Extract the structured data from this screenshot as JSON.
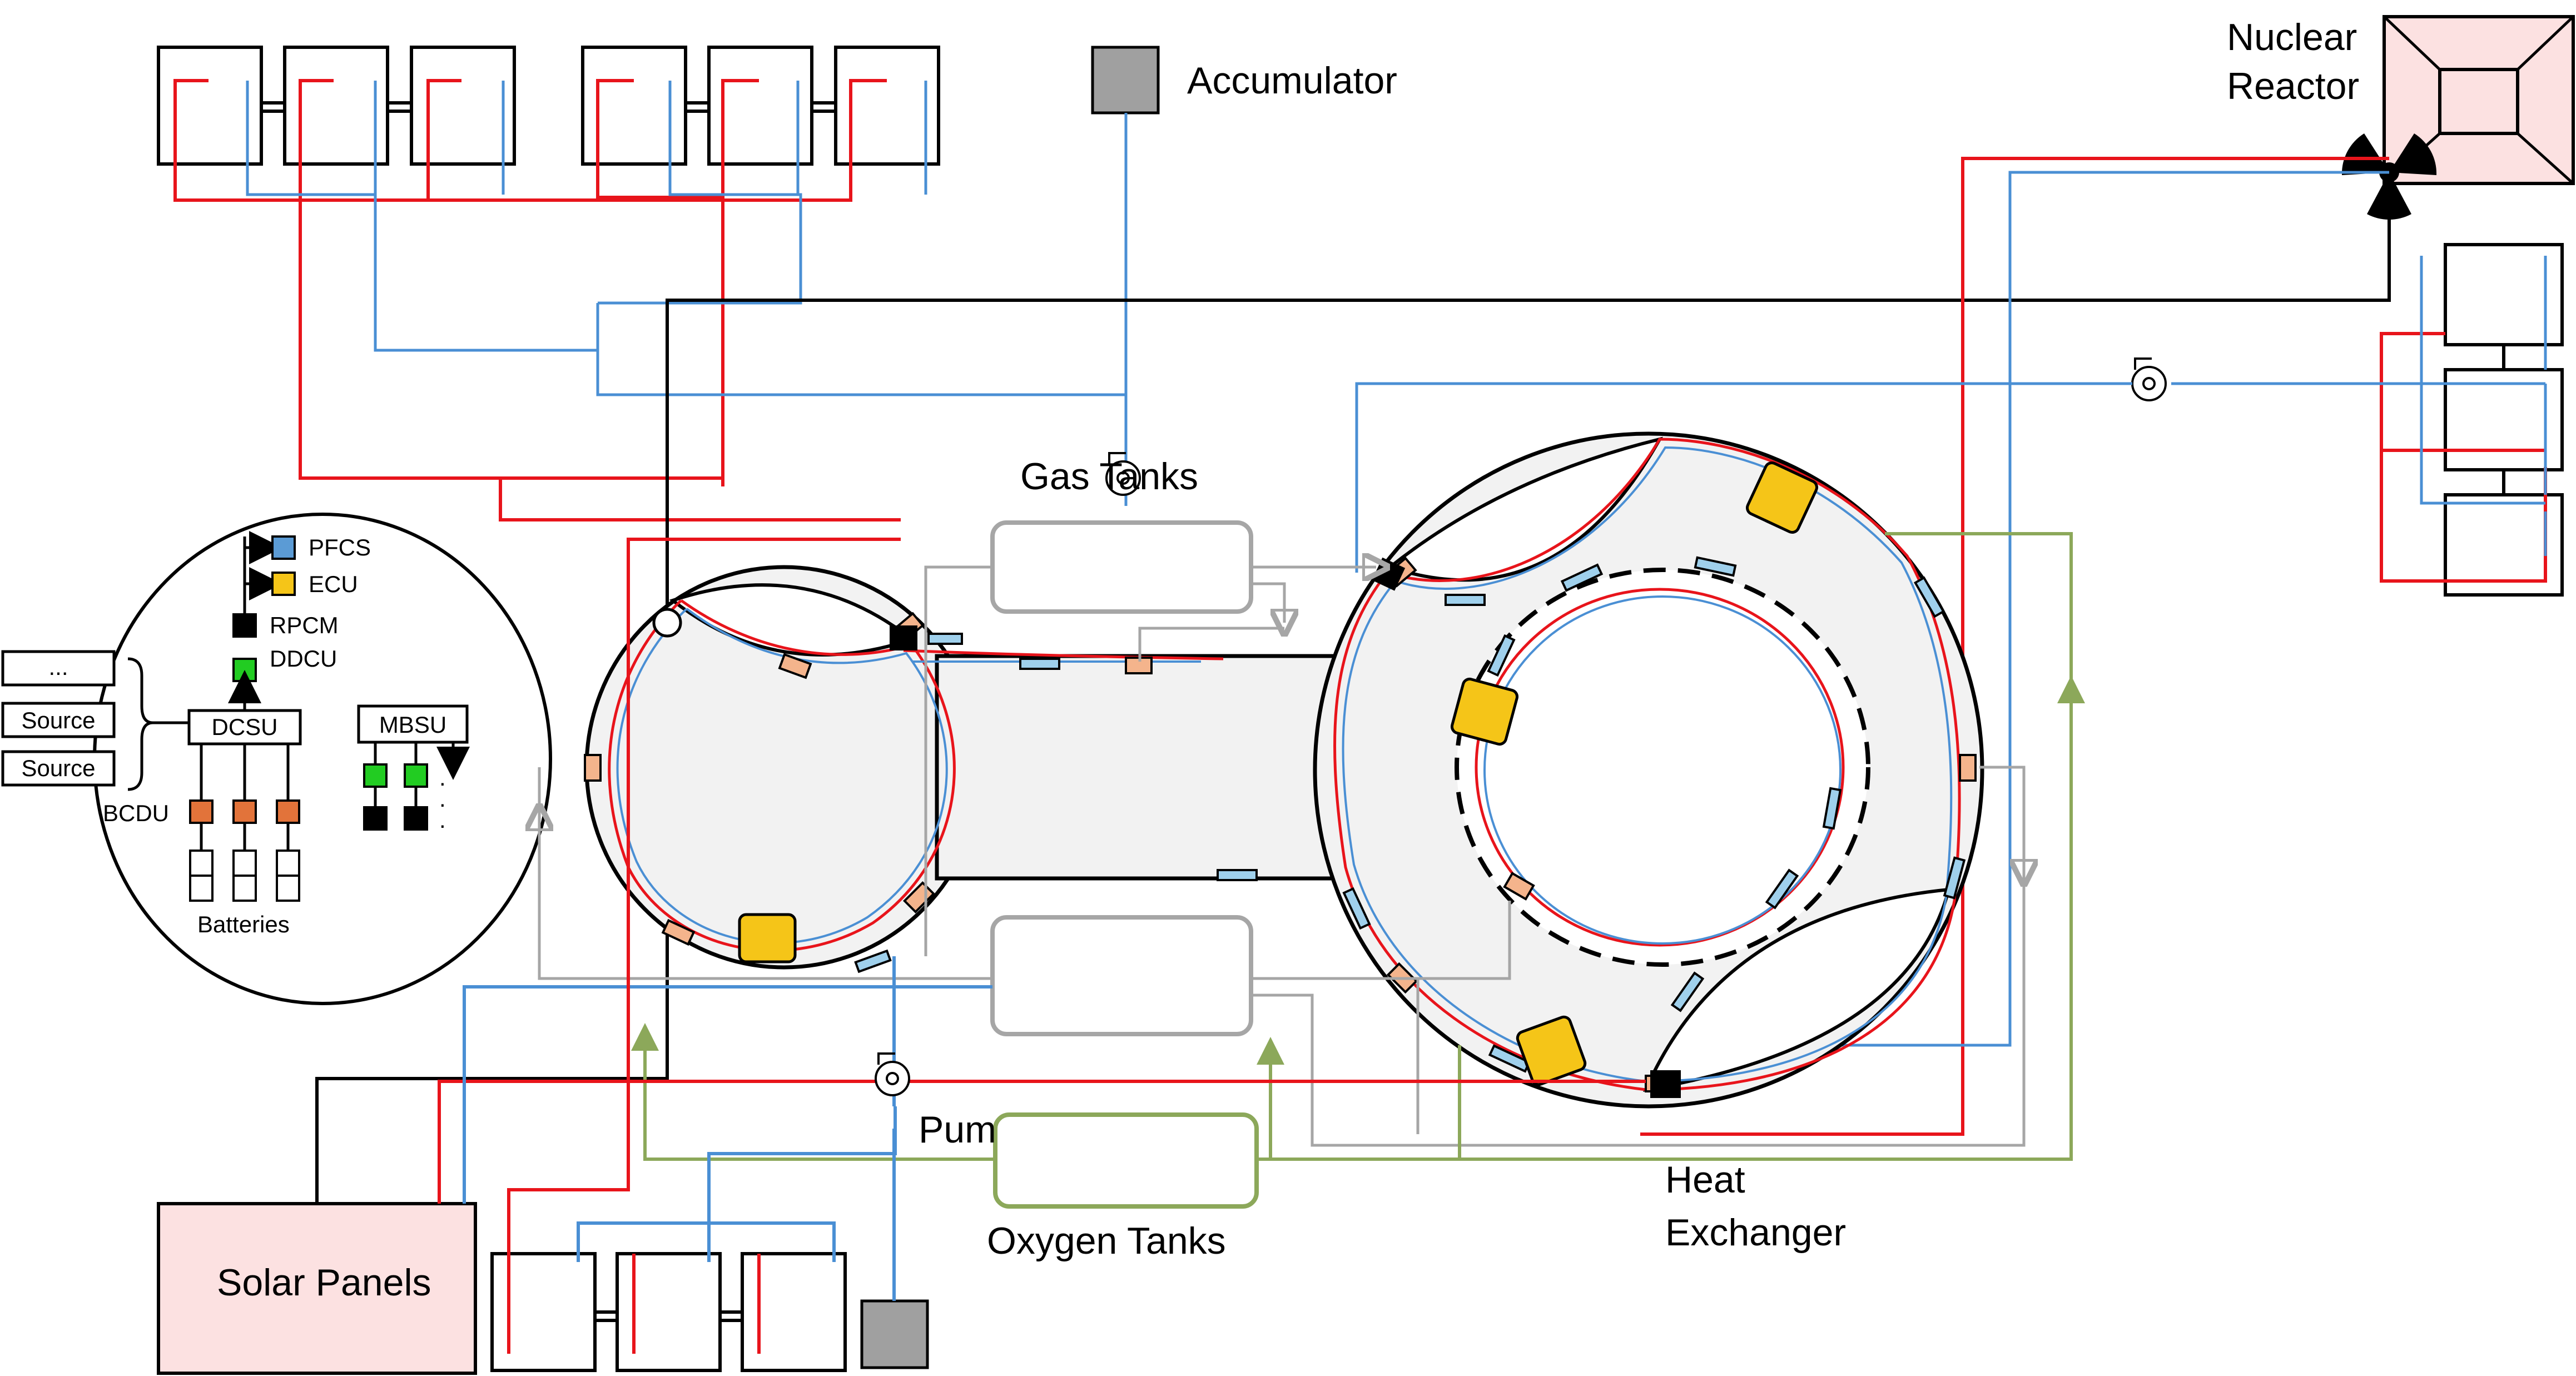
{
  "labels": {
    "accumulator": "Accumulator",
    "nuclear_reactor_line1": "Nuclear",
    "nuclear_reactor_line2": "Reactor",
    "gas_tanks": "Gas Tanks",
    "pump": "Pum",
    "oxygen_tanks": "Oxygen Tanks",
    "heat_exchanger_line1": "Heat",
    "heat_exchanger_line2": "Exchanger",
    "solar_panels": "Solar Panels"
  },
  "power_legend": {
    "pfcs": "PFCS",
    "ecu": "ECU",
    "rpcm": "RPCM",
    "ddcu": "DDCU",
    "dcsu": "DCSU",
    "mbsu": "MBSU",
    "bcdu": "BCDU",
    "batteries": "Batteries",
    "source_1": "Source",
    "source_2": "Source",
    "ellipsis_box": "...",
    "vertical_dots": ". . ."
  },
  "colors": {
    "power_line": "#e8141b",
    "coolant_line": "#4a8fd4",
    "oxygen_line": "#8ca85a",
    "gas_line": "#a6a6a6",
    "structure": "#000000",
    "module_fill": "#f2f2f2",
    "solar_fill": "#fce1e1",
    "reactor_fill": "#fce1e1",
    "ecu_fill": "#f5c518",
    "pfcs_fill": "#5b9bd5",
    "ddcu_fill": "#22cc22",
    "bcdu_fill": "#e2733a",
    "node_fill": "#f4b48c",
    "coolant_segment_fill": "#9fd0ec",
    "accumulator_fill": "#a0a0a0"
  }
}
